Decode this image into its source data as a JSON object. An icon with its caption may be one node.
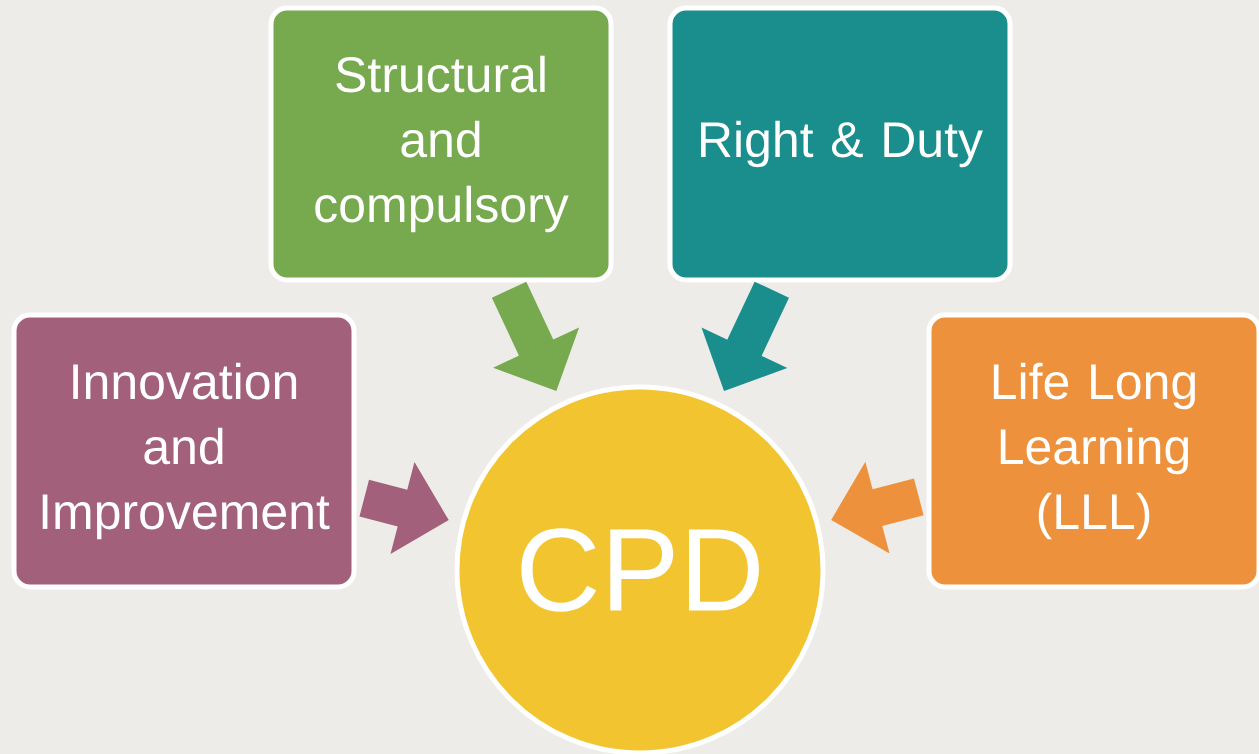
{
  "diagram": {
    "nodes": [
      {
        "text": [
          "Structural and compulsory"
        ]
      },
      {
        "text": [
          "Right & Duty"
        ]
      },
      {
        "text": [
          "Innovation and Improvement"
        ]
      },
      {
        "text": [
          "CPD"
        ]
      },
      {
        "text": [
          "Life Long Learning (LLL)"
        ]
      }
    ],
    "edges": [
      {
        "from": 0,
        "to": 3,
        "arrow": "to",
        "color": "#77a94e"
      },
      {
        "from": 1,
        "to": 3,
        "arrow": "to",
        "color": "#1a8e8c"
      },
      {
        "from": 2,
        "to": 3,
        "arrow": "to",
        "color": "#a3607a"
      },
      {
        "from": 4,
        "to": 3,
        "arrow": "to",
        "color": "#ee913c"
      }
    ]
  }
}
